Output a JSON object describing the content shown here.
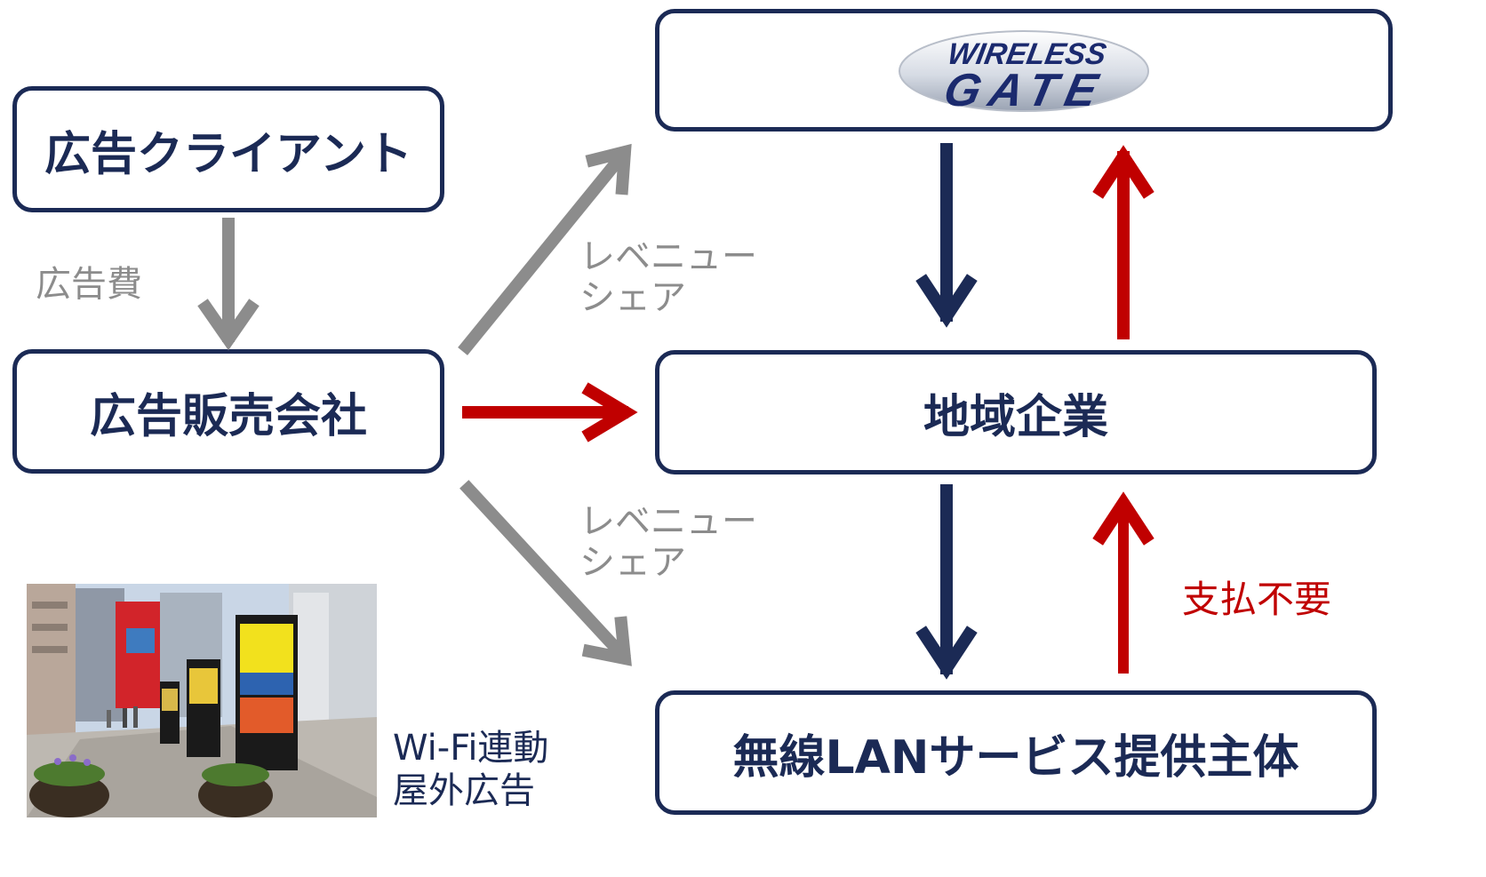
{
  "nodes": {
    "ad_client": "広告クライアント",
    "ad_sales": "広告販売会社",
    "local_business": "地域企業",
    "wlan_provider": "無線LANサービス提供主体",
    "wireless_gate_logo": {
      "line1": "WIRELESS",
      "line2": "GATE"
    }
  },
  "edge_labels": {
    "ad_fee": "広告費",
    "revenue_share_top": {
      "line1": "レベニュー",
      "line2": "シェア"
    },
    "revenue_share_bottom": {
      "line1": "レベニュー",
      "line2": "シェア"
    },
    "no_payment": "支払不要"
  },
  "photo_caption": {
    "line1": "Wi-Fi連動",
    "line2": "屋外広告"
  },
  "colors": {
    "navy": "#1b2a55",
    "red": "#c00000",
    "gray": "#8c8c8c"
  }
}
